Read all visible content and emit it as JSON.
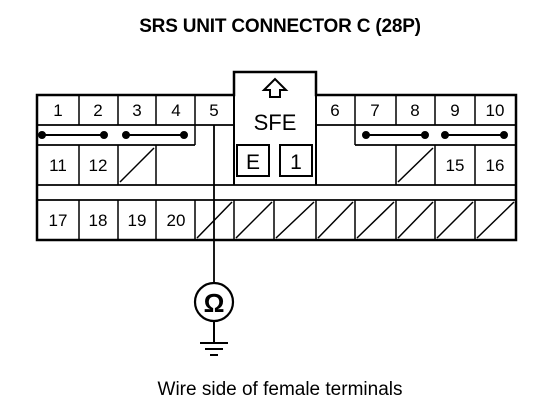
{
  "title": "SRS UNIT CONNECTOR C (28P)",
  "caption": "Wire side of female terminals",
  "connector": {
    "lock_label": "SFE",
    "lock_boxes": [
      "E",
      "1"
    ],
    "row1_left": [
      "1",
      "2",
      "3",
      "4",
      "5"
    ],
    "row1_right": [
      "6",
      "7",
      "8",
      "9",
      "10"
    ],
    "row2_left": [
      "11",
      "12"
    ],
    "row2_right": [
      "15",
      "16"
    ],
    "row3": [
      "17",
      "18",
      "19",
      "20"
    ]
  },
  "meter": {
    "symbol": "Ω",
    "probe_terminal": "5",
    "icons": [
      "ohmmeter-icon",
      "ground-icon"
    ]
  }
}
